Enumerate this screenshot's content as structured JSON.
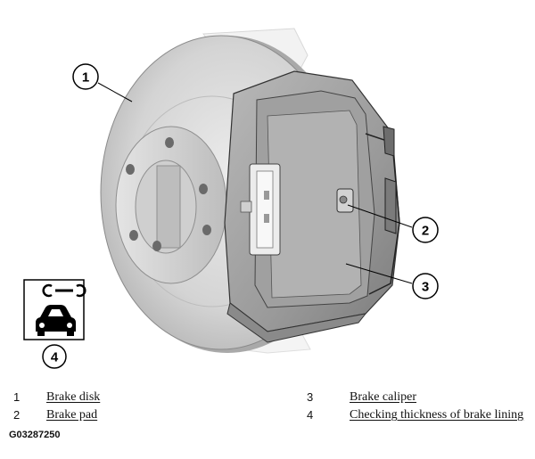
{
  "callouts": [
    {
      "number": "1"
    },
    {
      "number": "2"
    },
    {
      "number": "3"
    },
    {
      "number": "4"
    }
  ],
  "legend": [
    {
      "number": "1",
      "label": "Brake disk"
    },
    {
      "number": "2",
      "label": "Brake pad"
    },
    {
      "number": "3",
      "label": "Brake caliper"
    },
    {
      "number": "4",
      "label": "Checking thickness of brake lining"
    }
  ],
  "figure_code": "G03287250",
  "icons": {
    "service_box": "wrench-car-icon"
  },
  "colors": {
    "disk_face": "#d6d6d6",
    "caliper": "#a6a6a6",
    "outline": "#222222"
  }
}
